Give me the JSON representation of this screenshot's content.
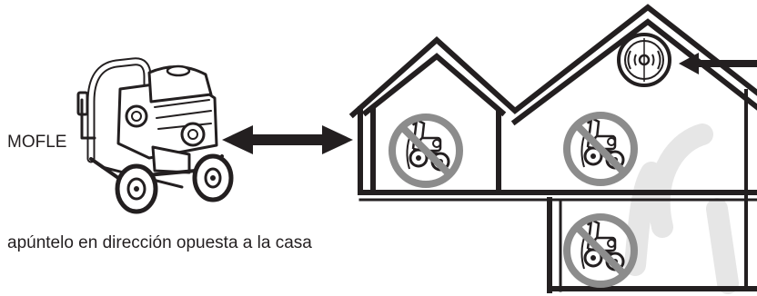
{
  "diagram": {
    "muffler_label": "MOFLE",
    "caption": "apúntelo en dirección opuesta a la casa",
    "colors": {
      "line": "#231f20",
      "prohibition": "#8c8c8c",
      "watermark": "#e6e6e6",
      "background": "#ffffff"
    },
    "icons": {
      "pressure_washer": "pressure-washer-icon",
      "double_arrow": "double-arrow-icon",
      "house": "house-outline-icon",
      "co_alarm": "co-alarm-icon",
      "co_alarm_pointer": "arrow-left-icon",
      "prohibited_indoor_use": "prohibited-indoor-use-icon"
    },
    "prohibited_locations": [
      "garage",
      "upper-room",
      "lower-room"
    ]
  }
}
